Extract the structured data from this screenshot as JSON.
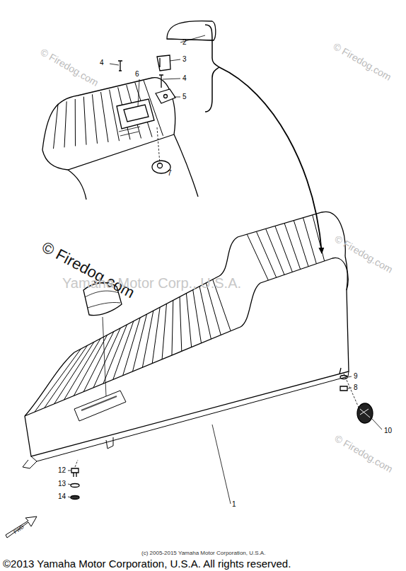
{
  "diagram": {
    "labels": [
      "2",
      "3",
      "4",
      "4",
      "6",
      "5",
      "7",
      "© Firedog.com",
      "© Firedog.com",
      "© Firedog.com",
      "Yamaha Motor Corp., U.S.A.",
      "© Firedog.com",
      "10",
      "9",
      "8",
      "© Firedog.com",
      "1",
      "12",
      "13",
      "14",
      "FWD",
      "(c) 2005-2015 Yamaha Motor Corporation, U.S.A.",
      "©2013 Yamaha Motor Corporation, U.S.A. All rights reserved."
    ]
  }
}
